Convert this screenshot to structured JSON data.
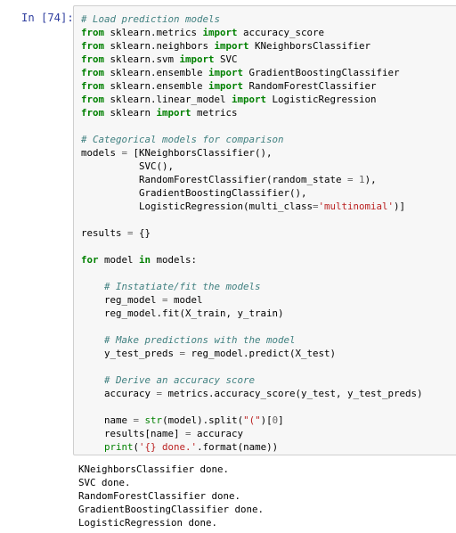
{
  "cell": {
    "prompt": "In [74]:",
    "code_lines": [
      [
        {
          "t": "# Load prediction models",
          "c": "cm"
        }
      ],
      [
        {
          "t": "from",
          "c": "kw"
        },
        {
          "t": " sklearn.metrics "
        },
        {
          "t": "import",
          "c": "kw"
        },
        {
          "t": " accuracy_score"
        }
      ],
      [
        {
          "t": "from",
          "c": "kw"
        },
        {
          "t": " sklearn.neighbors "
        },
        {
          "t": "import",
          "c": "kw"
        },
        {
          "t": " KNeighborsClassifier"
        }
      ],
      [
        {
          "t": "from",
          "c": "kw"
        },
        {
          "t": " sklearn.svm "
        },
        {
          "t": "import",
          "c": "kw"
        },
        {
          "t": " SVC"
        }
      ],
      [
        {
          "t": "from",
          "c": "kw"
        },
        {
          "t": " sklearn.ensemble "
        },
        {
          "t": "import",
          "c": "kw"
        },
        {
          "t": " GradientBoostingClassifier"
        }
      ],
      [
        {
          "t": "from",
          "c": "kw"
        },
        {
          "t": " sklearn.ensemble "
        },
        {
          "t": "import",
          "c": "kw"
        },
        {
          "t": " RandomForestClassifier"
        }
      ],
      [
        {
          "t": "from",
          "c": "kw"
        },
        {
          "t": " sklearn.linear_model "
        },
        {
          "t": "import",
          "c": "kw"
        },
        {
          "t": " LogisticRegression"
        }
      ],
      [
        {
          "t": "from",
          "c": "kw"
        },
        {
          "t": " sklearn "
        },
        {
          "t": "import",
          "c": "kw"
        },
        {
          "t": " metrics"
        }
      ],
      [],
      [
        {
          "t": "# Categorical models for comparison",
          "c": "cm"
        }
      ],
      [
        {
          "t": "models "
        },
        {
          "t": "=",
          "c": "op"
        },
        {
          "t": " [KNeighborsClassifier(),"
        }
      ],
      [
        {
          "t": "          SVC(),"
        }
      ],
      [
        {
          "t": "          RandomForestClassifier(random_state "
        },
        {
          "t": "=",
          "c": "op"
        },
        {
          "t": " "
        },
        {
          "t": "1",
          "c": "num"
        },
        {
          "t": "),"
        }
      ],
      [
        {
          "t": "          GradientBoostingClassifier(),"
        }
      ],
      [
        {
          "t": "          LogisticRegression(multi_class"
        },
        {
          "t": "=",
          "c": "op"
        },
        {
          "t": "'multinomial'",
          "c": "str"
        },
        {
          "t": ")]"
        }
      ],
      [],
      [
        {
          "t": "results "
        },
        {
          "t": "=",
          "c": "op"
        },
        {
          "t": " {}"
        }
      ],
      [],
      [
        {
          "t": "for",
          "c": "kw"
        },
        {
          "t": " model "
        },
        {
          "t": "in",
          "c": "kw"
        },
        {
          "t": " models:"
        }
      ],
      [],
      [
        {
          "t": "    "
        },
        {
          "t": "# Instatiate/fit the models",
          "c": "cm"
        }
      ],
      [
        {
          "t": "    reg_model "
        },
        {
          "t": "=",
          "c": "op"
        },
        {
          "t": " model"
        }
      ],
      [
        {
          "t": "    reg_model.fit(X_train, y_train)"
        }
      ],
      [],
      [
        {
          "t": "    "
        },
        {
          "t": "# Make predictions with the model",
          "c": "cm"
        }
      ],
      [
        {
          "t": "    y_test_preds "
        },
        {
          "t": "=",
          "c": "op"
        },
        {
          "t": " reg_model.predict(X_test)"
        }
      ],
      [],
      [
        {
          "t": "    "
        },
        {
          "t": "# Derive an accuracy score",
          "c": "cm"
        }
      ],
      [
        {
          "t": "    accuracy "
        },
        {
          "t": "=",
          "c": "op"
        },
        {
          "t": " metrics.accuracy_score(y_test, y_test_preds)"
        }
      ],
      [],
      [
        {
          "t": "    name "
        },
        {
          "t": "=",
          "c": "op"
        },
        {
          "t": " "
        },
        {
          "t": "str",
          "c": "bi"
        },
        {
          "t": "(model).split("
        },
        {
          "t": "\"(\"",
          "c": "str"
        },
        {
          "t": ")["
        },
        {
          "t": "0",
          "c": "num"
        },
        {
          "t": "]"
        }
      ],
      [
        {
          "t": "    results[name] "
        },
        {
          "t": "=",
          "c": "op"
        },
        {
          "t": " accuracy"
        }
      ],
      [
        {
          "t": "    "
        },
        {
          "t": "print",
          "c": "bi"
        },
        {
          "t": "("
        },
        {
          "t": "'{} done.'",
          "c": "str"
        },
        {
          "t": ".format(name))"
        }
      ]
    ]
  },
  "output": {
    "lines": [
      "KNeighborsClassifier done.",
      "SVC done.",
      "RandomForestClassifier done.",
      "GradientBoostingClassifier done.",
      "LogisticRegression done."
    ]
  }
}
